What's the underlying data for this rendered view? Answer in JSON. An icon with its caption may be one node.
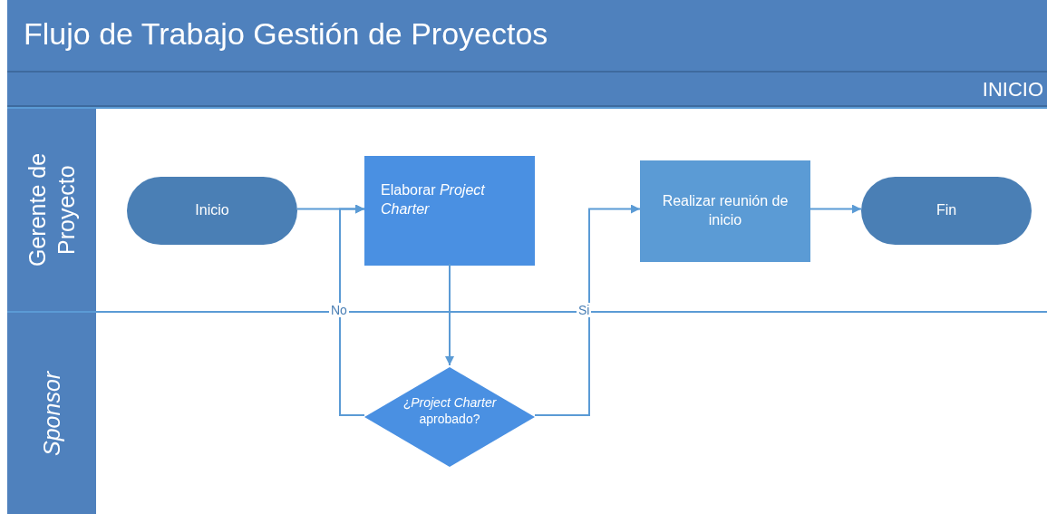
{
  "diagram": {
    "title": "Flujo de Trabajo Gestión de Proyectos",
    "nodes": [
      {
        "text": [
          "INICIO"
        ]
      },
      {
        "text": [
          "Gerente de Proyecto"
        ]
      },
      {
        "text": [
          "Inicio"
        ],
        "in": 1
      },
      {
        "text": [
          "Elaborar *Project Charter*"
        ],
        "in": 1
      },
      {
        "text": [
          "Realizar reunión de inicio"
        ],
        "in": 1
      },
      {
        "text": [
          "Fin"
        ],
        "in": 1
      },
      {
        "text": [
          "*Sponsor*"
        ]
      },
      {
        "text": [
          "¿*Project Charter* aprobado?"
        ],
        "in": 6
      }
    ],
    "edges": [
      {
        "from": 2,
        "to": 3,
        "arrow": "to"
      },
      {
        "from": 3,
        "to": 7,
        "arrow": "to"
      },
      {
        "from": 7,
        "to": 3,
        "arrow": "to",
        "label": "No"
      },
      {
        "from": 7,
        "to": 4,
        "arrow": "to",
        "label": "Si"
      },
      {
        "from": 4,
        "to": 5,
        "arrow": "to"
      }
    ]
  }
}
